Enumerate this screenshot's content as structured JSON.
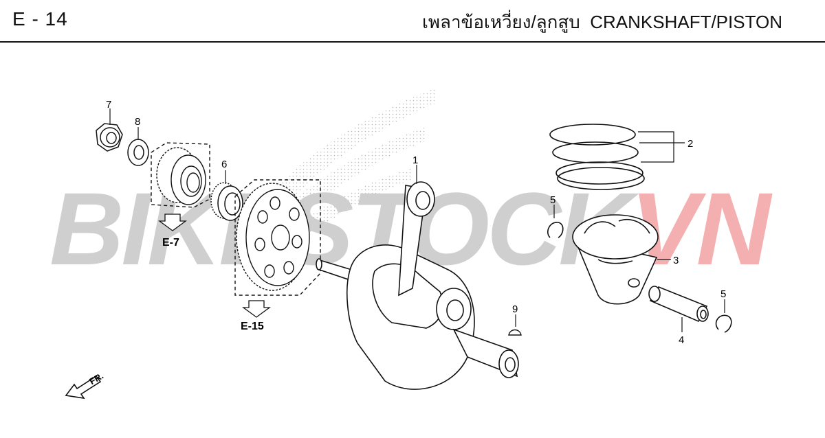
{
  "header": {
    "page_code": "E - 14",
    "title_th": "เพลาข้อเหวี่ยง/ลูกสูบ",
    "title_en": "CRANKSHAFT/PISTON"
  },
  "watermark": {
    "text_gray": "BIKESTOCK",
    "text_red": "VN",
    "color_gray": "#c8c8c8",
    "color_red": "#f2a7a7"
  },
  "callouts": {
    "p1": "1",
    "p2": "2",
    "p3": "3",
    "p4": "4",
    "p5a": "5",
    "p5b": "5",
    "p6": "6",
    "p7": "7",
    "p8": "8",
    "p9": "9"
  },
  "refs": {
    "e7": "E-7",
    "e15": "E-15"
  },
  "direction": {
    "label": "FR."
  },
  "colors": {
    "line": "#111111",
    "accent_red": "#f2a7a7"
  }
}
